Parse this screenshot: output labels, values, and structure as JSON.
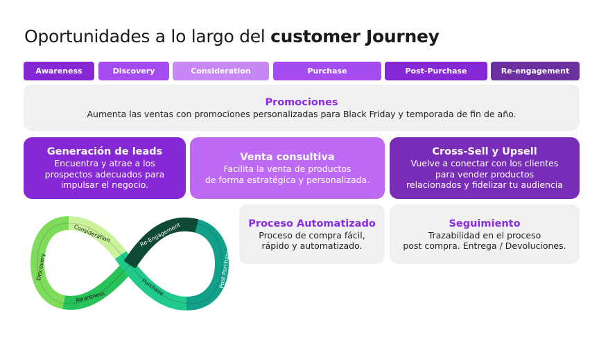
{
  "title": {
    "regular": "Oportunidades a lo largo del ",
    "bold": "customer Journey"
  },
  "stages": [
    {
      "label": "Awareness",
      "color": "#8628d6"
    },
    {
      "label": "Discovery",
      "color": "#a44cf0"
    },
    {
      "label": "Consideration",
      "color": "#c788f5"
    },
    {
      "label": "Purchase",
      "color": "#a44cf0"
    },
    {
      "label": "Post-Purchase",
      "color": "#8628d6"
    },
    {
      "label": "Re-engagement",
      "color": "#6b2fa0"
    }
  ],
  "promociones": {
    "heading": "Promociones",
    "text": "Aumenta las ventas con promociones personalizadas para Black Friday y temporada de fin de año."
  },
  "leads": {
    "heading": "Generación de leads",
    "text": "Encuentra y atrae a los\nprospectos adecuados para\nimpulsar el negocio."
  },
  "venta": {
    "heading": "Venta consultiva",
    "text": "Facilita la venta de productos\nde forma estratégica y personalizada."
  },
  "crosssell": {
    "heading": "Cross-Sell y Upsell",
    "text": "Vuelve a conectar con los clientes\npara vender productos\nrelacionados y fidelizar tu audiencia"
  },
  "proceso": {
    "heading": "Proceso Automatizado",
    "text": "Proceso de compra fácil,\nrápido y  automatizado."
  },
  "seguimiento": {
    "heading": "Seguimiento",
    "text": "Trazabilidad en el proceso\npost compra. Entrega / Devoluciones."
  },
  "loop_labels": {
    "consideration": "Consideration",
    "discovery": "Discovery",
    "awareness": "Awareness",
    "purchase": "Purchase",
    "post_purchase": "Post Purchase",
    "reengagement": "Re-Engagement"
  },
  "colors": {
    "loop_consideration": "#c9f29a",
    "loop_discovery": "#7fdc5a",
    "loop_awareness": "#27c25a",
    "loop_purchase": "#21c98a",
    "loop_post_purchase": "#13a08a",
    "loop_reengagement": "#0f4a37"
  }
}
